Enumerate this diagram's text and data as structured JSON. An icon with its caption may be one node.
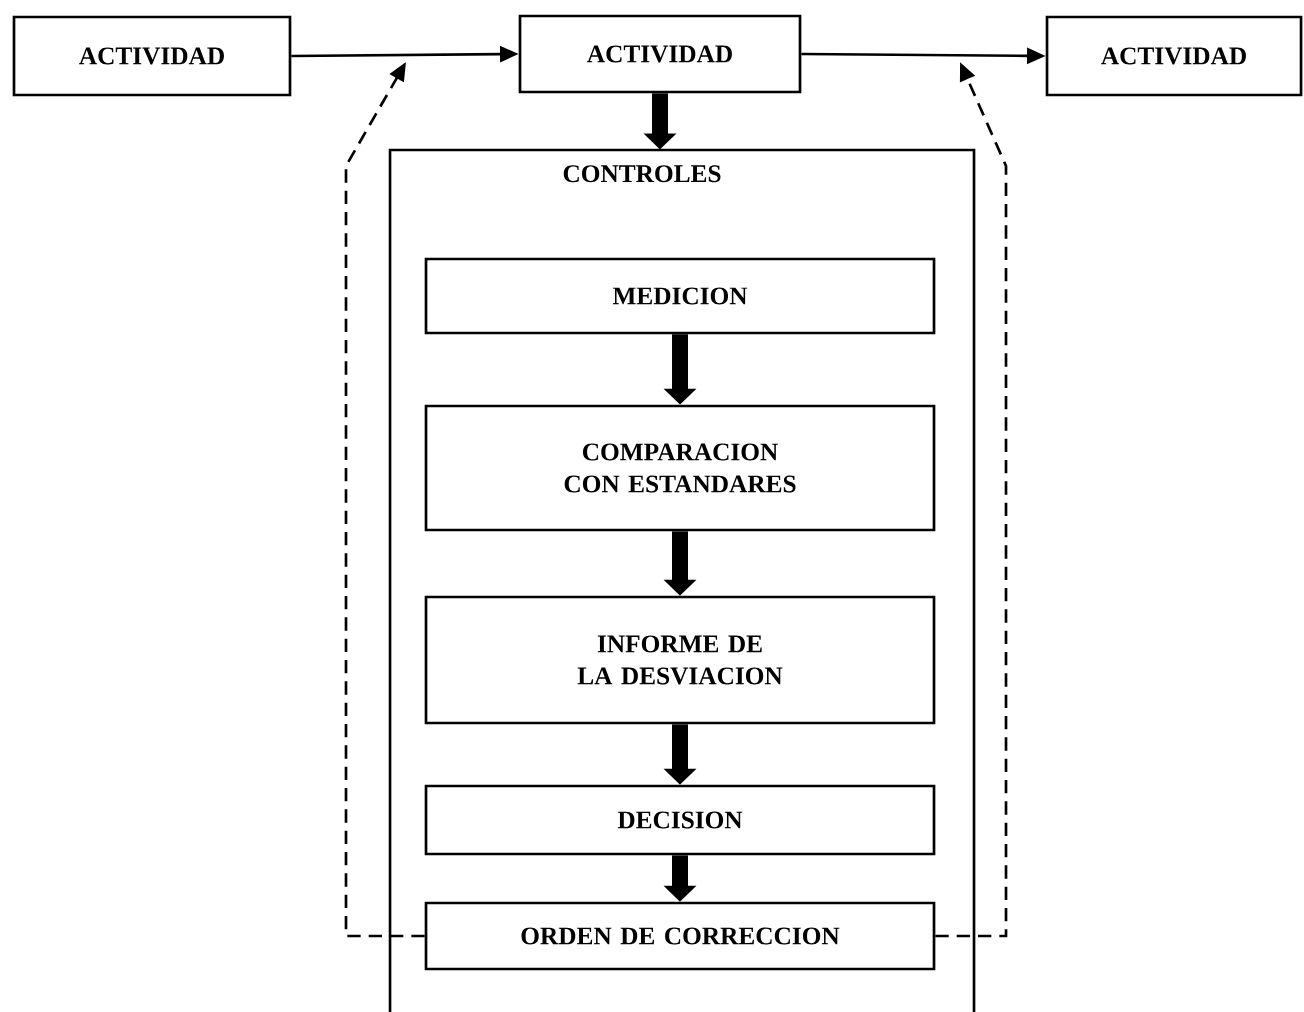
{
  "diagram": {
    "nodes": [
      {
        "text": [
          "ACTIVIDAD"
        ]
      },
      {
        "text": [
          "ACTIVIDAD"
        ]
      },
      {
        "text": [
          "ACTIVIDAD"
        ]
      },
      {
        "text": [
          "CONTROLES"
        ]
      },
      {
        "text": [
          "MEDICION"
        ],
        "in": 3
      },
      {
        "text": [
          "COMPARACION CON ESTANDARES"
        ],
        "in": 3
      },
      {
        "text": [
          "INFORME DE LA DESVIACION"
        ],
        "in": 3
      },
      {
        "text": [
          "DECISION"
        ],
        "in": 3
      },
      {
        "text": [
          "ORDEN DE CORRECCION"
        ],
        "in": 3
      }
    ],
    "edges": [
      {
        "from": 0,
        "to": 1,
        "arrow": "to"
      },
      {
        "from": 1,
        "to": 2,
        "arrow": "to"
      },
      {
        "from": 1,
        "to": 3,
        "arrow": "to"
      },
      {
        "from": 4,
        "to": 5,
        "arrow": "to"
      },
      {
        "from": 5,
        "to": 6,
        "arrow": "to"
      },
      {
        "from": 6,
        "to": 7,
        "arrow": "to"
      },
      {
        "from": 7,
        "to": 8,
        "arrow": "to"
      },
      {
        "from": 8,
        "to": null,
        "arrow": "to",
        "style": "dashed"
      },
      {
        "from": 8,
        "to": null,
        "arrow": "to",
        "style": "dashed"
      }
    ]
  }
}
